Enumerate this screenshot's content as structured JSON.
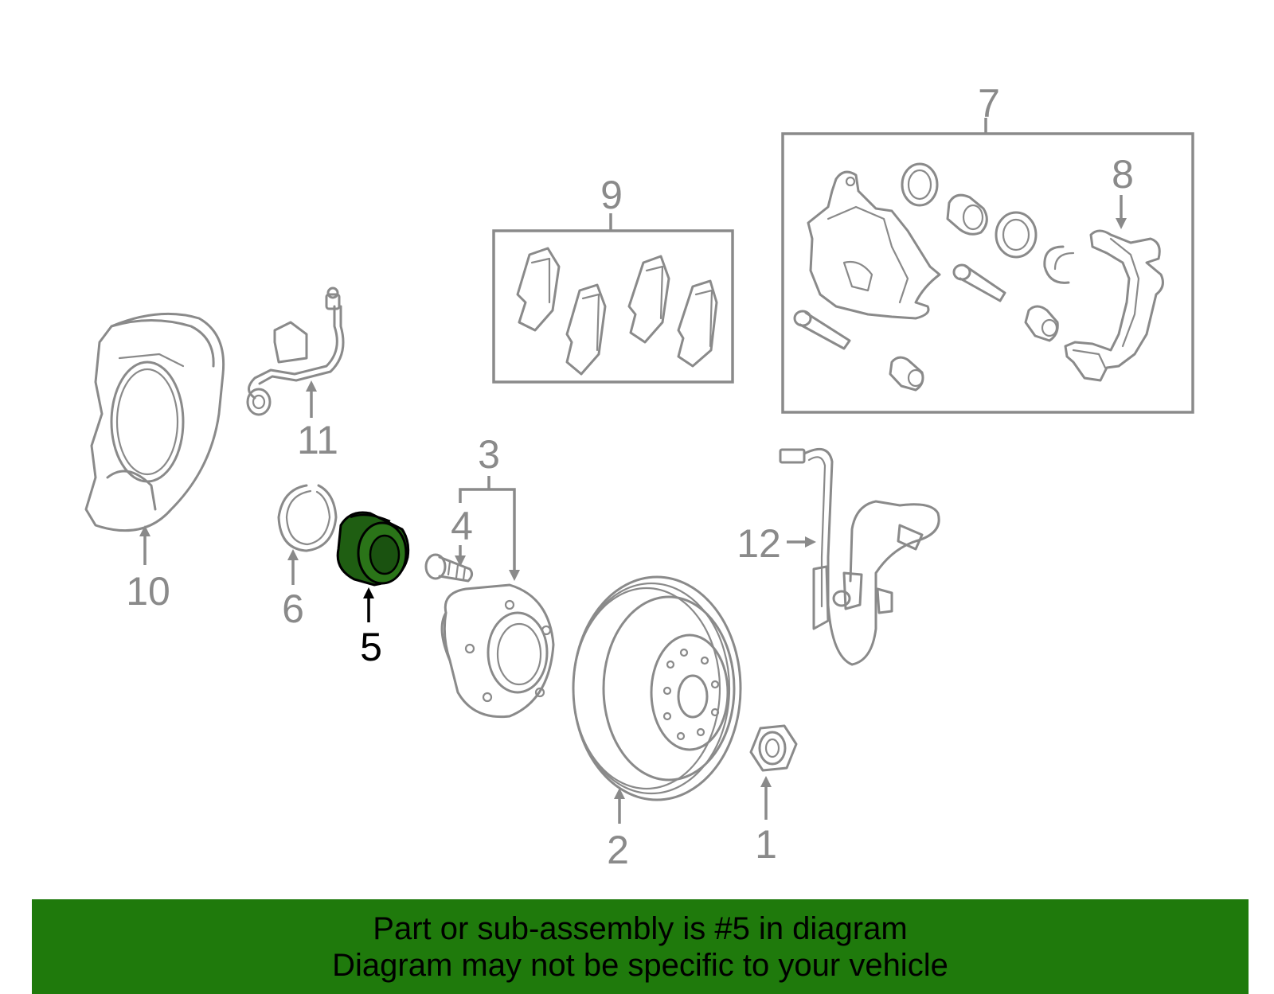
{
  "labels": {
    "p1": "1",
    "p2": "2",
    "p3": "3",
    "p4": "4",
    "p5": "5",
    "p6": "6",
    "p7": "7",
    "p8": "8",
    "p9": "9",
    "p10": "10",
    "p11": "11",
    "p12": "12"
  },
  "highlight": {
    "part": "5",
    "color": "#1f5e12"
  },
  "banner": {
    "line1": "Part or sub-assembly is #5 in diagram",
    "line2": "Diagram may not be specific to your vehicle",
    "background": "#1f7a0c"
  },
  "colors": {
    "line": "#8a8a8a",
    "highlight_line": "#000000"
  }
}
